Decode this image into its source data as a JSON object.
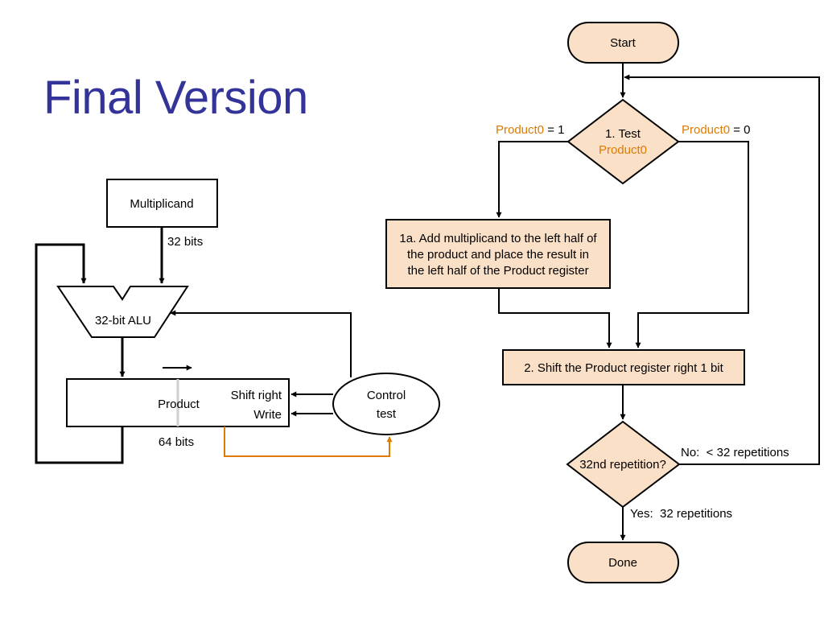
{
  "slide": {
    "title": "Final Version"
  },
  "hardware": {
    "multiplicand": "Multiplicand",
    "multiplicand_width": "32 bits",
    "alu": "32-bit ALU",
    "product": "Product",
    "shift_right": "Shift right",
    "write": "Write",
    "product_width": "64 bits",
    "control_line1": "Control",
    "control_line2": "test"
  },
  "flowchart": {
    "start": "Start",
    "test_line1": "1. Test",
    "test_line2": "Product0",
    "left_branch_signal": "Product0",
    "left_branch_value": " = 1",
    "right_branch_signal": "Product0",
    "right_branch_value": " = 0",
    "step1a_line1": "1a. Add multiplicand to the left half of",
    "step1a_line2": "the product and place the result in",
    "step1a_line3": "the left half of the Product register",
    "step2": "2. Shift the Product register right 1 bit",
    "repetition_test": "32nd repetition?",
    "no_label": "No:  < 32 repetitions",
    "yes_label": "Yes:  32 repetitions",
    "done": "Done"
  },
  "colors": {
    "title": "#333399",
    "box_fill": "#fbe0c8",
    "highlight": "#e07b00"
  }
}
